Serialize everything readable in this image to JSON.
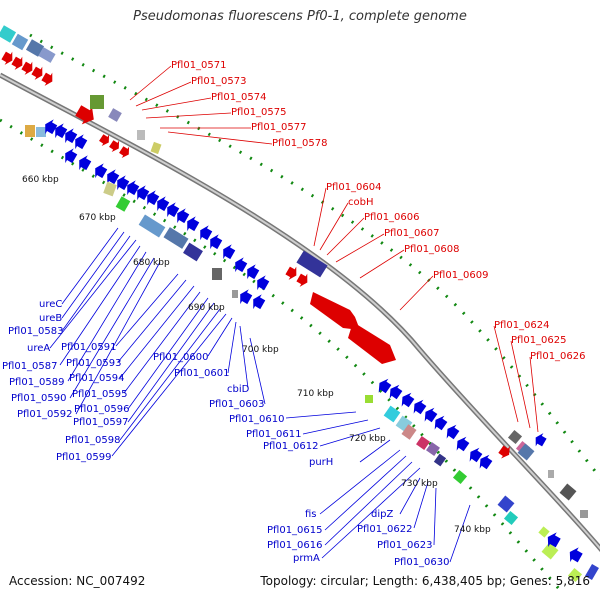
{
  "title": "Pseudomonas fluorescens Pf0-1, complete genome",
  "footer": {
    "accession": "Accession: NC_007492",
    "summary": "Topology: circular; Length: 6,438,405 bp; Genes: 5,816"
  },
  "scale_labels": [
    "660 kbp",
    "670 kbp",
    "680 kbp",
    "690 kbp",
    "700 kbp",
    "710 kbp",
    "720 kbp",
    "730 kbp",
    "740 kbp"
  ],
  "labels_top_strand": [
    "Pfl01_0571",
    "Pfl01_0573",
    "Pfl01_0574",
    "Pfl01_0575",
    "Pfl01_0577",
    "Pfl01_0578",
    "Pfl01_0604",
    "cobH",
    "Pfl01_0606",
    "Pfl01_0607",
    "Pfl01_0608",
    "Pfl01_0609",
    "Pfl01_0624",
    "Pfl01_0625",
    "Pfl01_0626"
  ],
  "labels_bottom_strand": [
    "ureC",
    "ureB",
    "Pfl01_0583",
    "ureA",
    "Pfl01_0587",
    "Pfl01_0589",
    "Pfl01_0590",
    "Pfl01_0592",
    "Pfl01_0591",
    "Pfl01_0593",
    "Pfl01_0594",
    "Pfl01_0595",
    "Pfl01_0596",
    "Pfl01_0597",
    "Pfl01_0598",
    "Pfl01_0599",
    "Pfl01_0600",
    "Pfl01_0601",
    "cbiD",
    "Pfl01_0603",
    "Pfl01_0610",
    "Pfl01_0611",
    "Pfl01_0612",
    "purH",
    "fis",
    "Pfl01_0615",
    "Pfl01_0616",
    "prmA",
    "dipZ",
    "Pfl01_0622",
    "Pfl01_0623",
    "Pfl01_0630"
  ],
  "colors": {
    "top_strand": "#dd0000",
    "bottom_strand": "#0000dd",
    "backbone": "#888888",
    "tick": "#118811"
  }
}
